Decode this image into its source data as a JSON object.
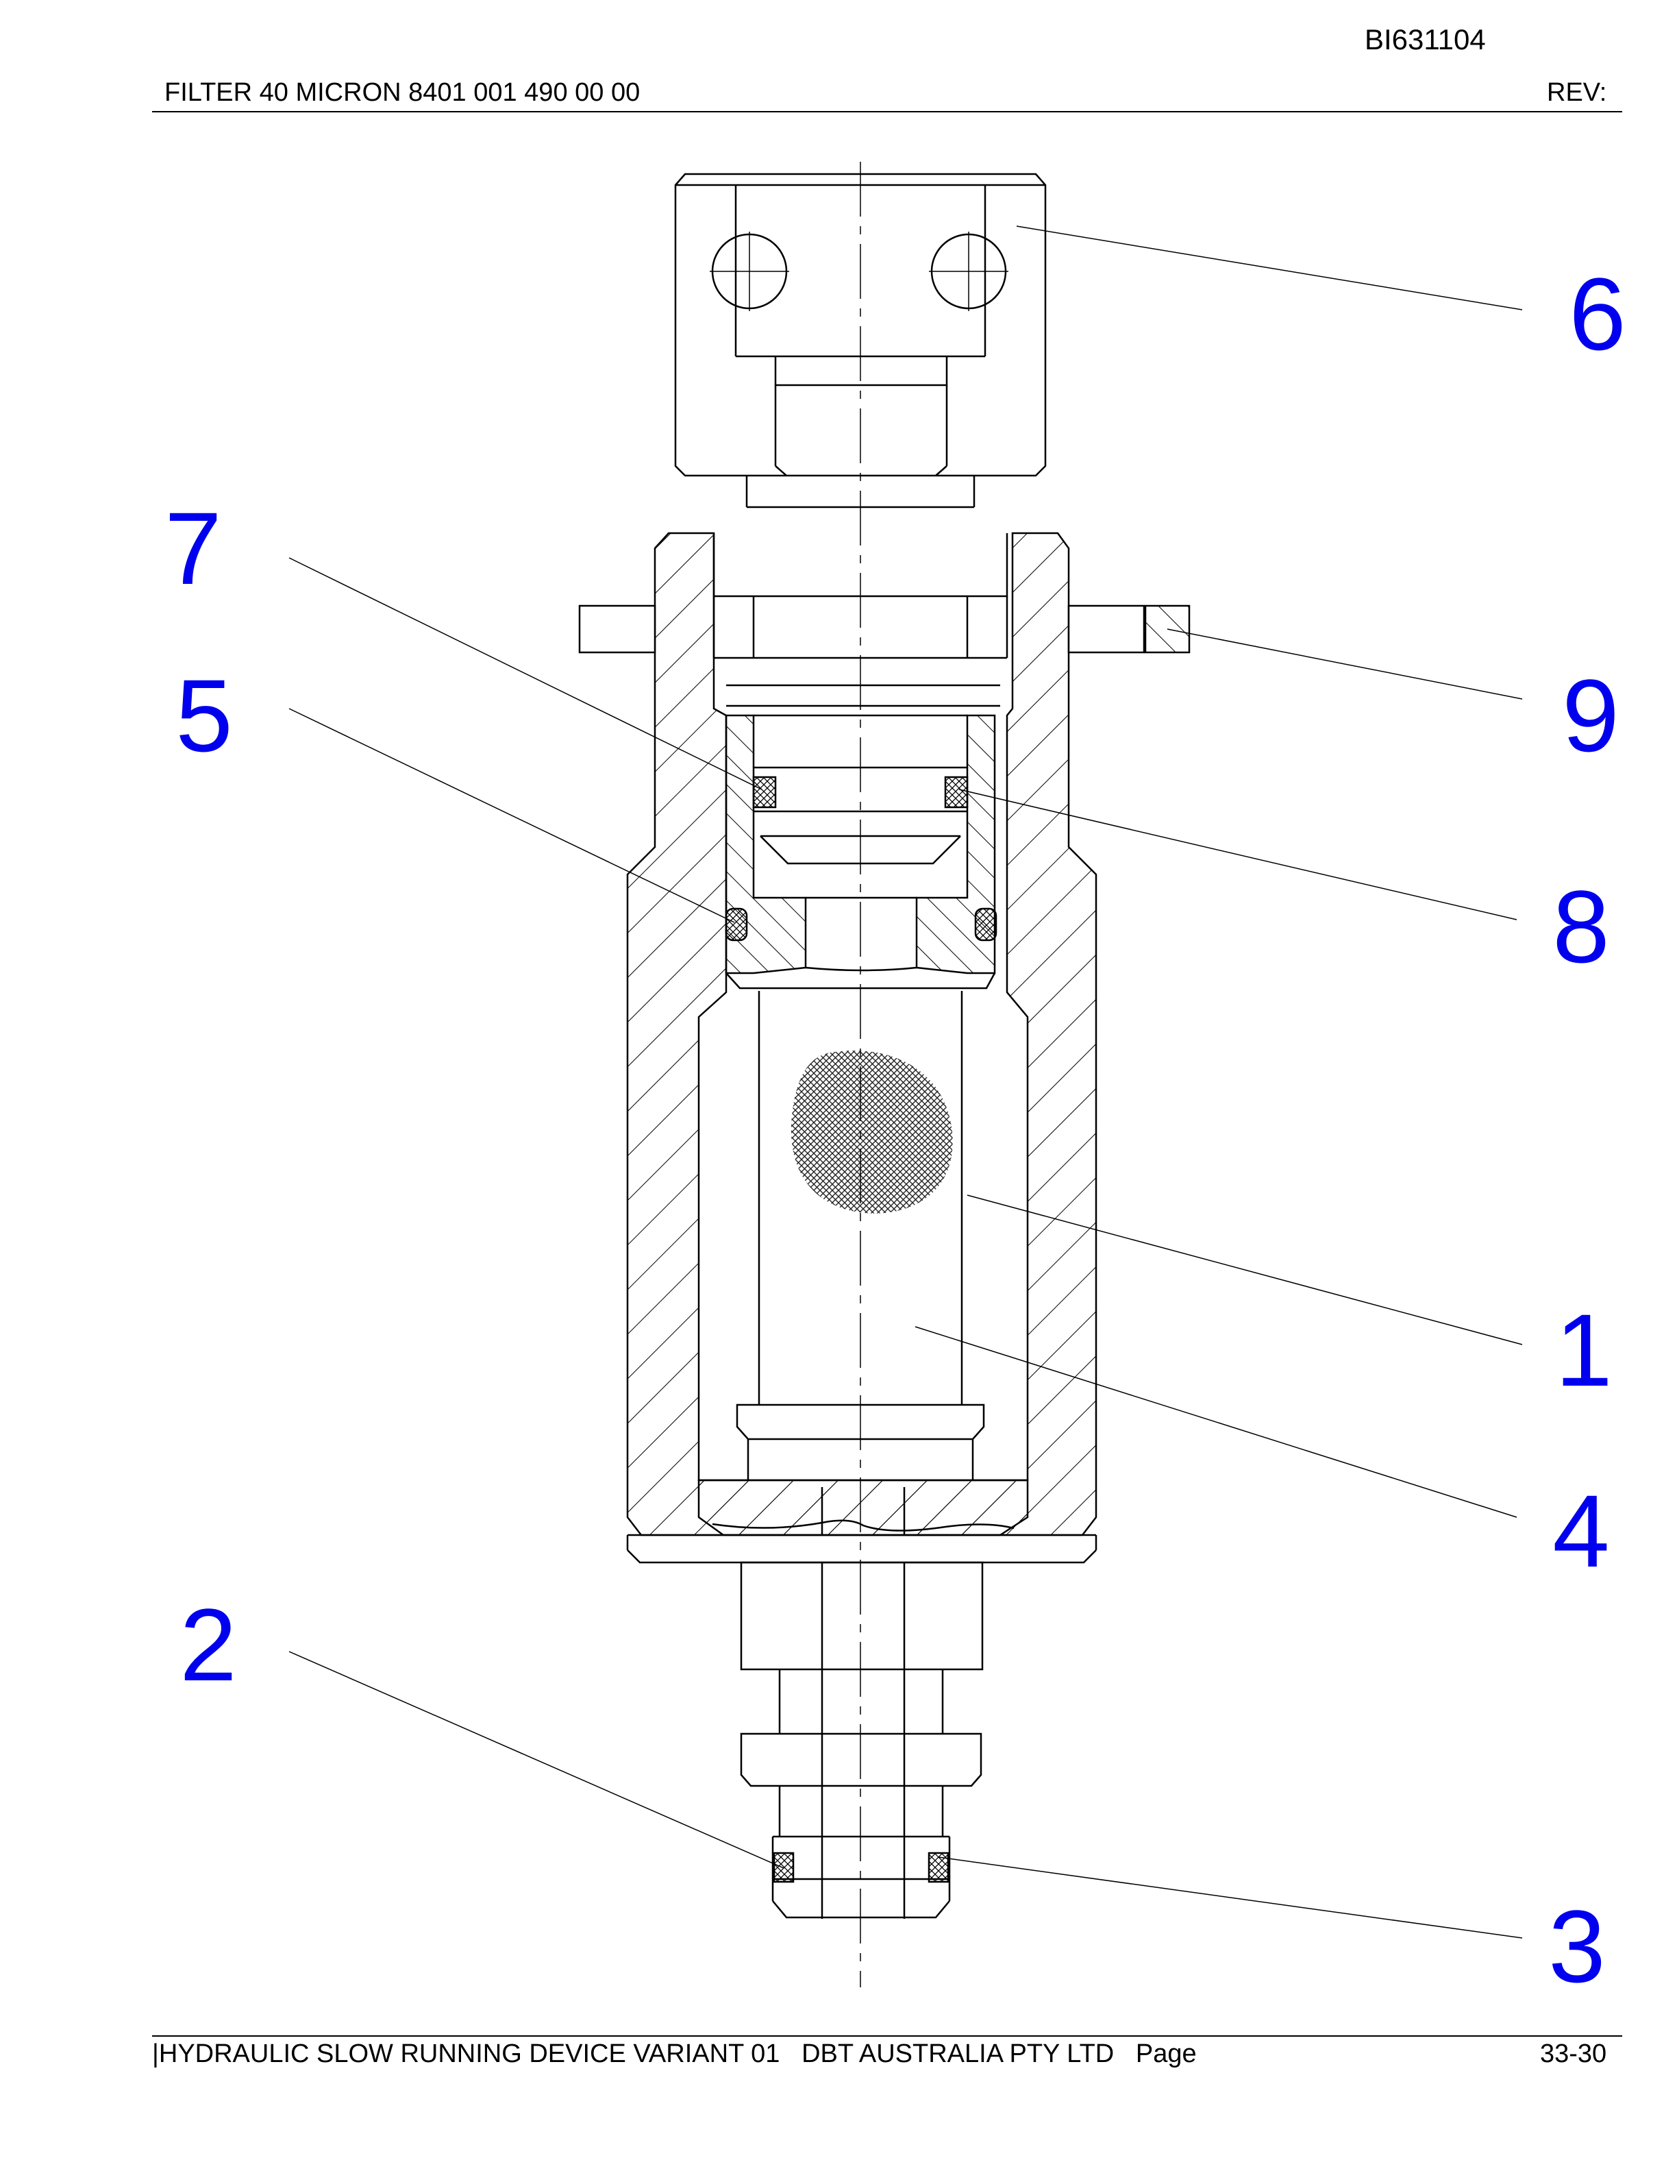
{
  "header": {
    "doc_id": "BI631104",
    "title": "FILTER 40 MICRON   8401 001 490 00 00",
    "rev_label": "REV:"
  },
  "footer": {
    "text": "|HYDRAULIC SLOW RUNNING DEVICE VARIANT 01   DBT AUSTRALIA PTY LTD   Page",
    "page": "33-30"
  },
  "callouts": [
    "6",
    "7",
    "5",
    "9",
    "8",
    "1",
    "4",
    "2",
    "3"
  ],
  "colors": {
    "callout": "#0000ee",
    "line": "#000000"
  }
}
